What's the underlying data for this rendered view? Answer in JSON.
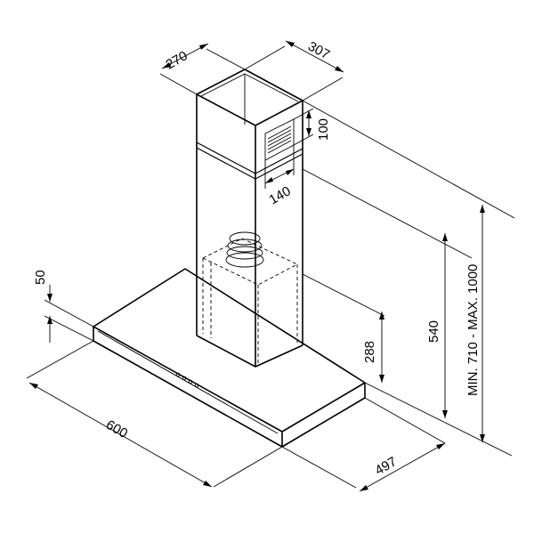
{
  "diagram": {
    "dimensions": {
      "chimney_depth": "270",
      "chimney_width": "307",
      "vent_height": "100",
      "vent_width": "140",
      "canopy_thickness": "50",
      "canopy_width": "600",
      "canopy_depth": "497",
      "inner_height": "288",
      "lower_height": "540",
      "total_height": "MIN. 710 - MAX. 1000"
    }
  }
}
